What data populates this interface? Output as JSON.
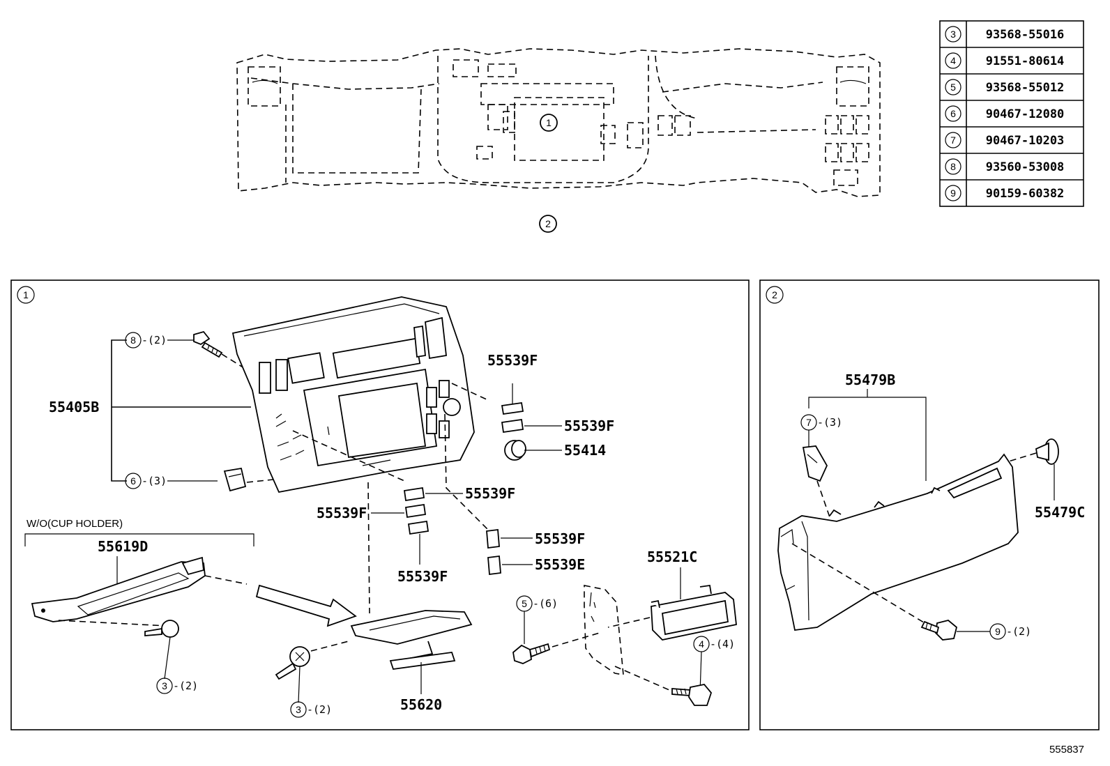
{
  "diagram_id": "555837",
  "parts_table": [
    {
      "ref": "3",
      "part_no": "93568-55016"
    },
    {
      "ref": "4",
      "part_no": "91551-80614"
    },
    {
      "ref": "5",
      "part_no": "93568-55012"
    },
    {
      "ref": "6",
      "part_no": "90467-12080"
    },
    {
      "ref": "7",
      "part_no": "90467-10203"
    },
    {
      "ref": "8",
      "part_no": "93560-53008"
    },
    {
      "ref": "9",
      "part_no": "90159-60382"
    }
  ],
  "overview": {
    "center_ref": "1",
    "bottom_ref": "2"
  },
  "panel1": {
    "ref": "1",
    "labels": {
      "p55405B": "55405B",
      "p55539F_1": "55539F",
      "p55539F_2": "55539F",
      "p55414": "55414",
      "p55539F_3": "55539F",
      "p55539F_4": "55539F",
      "p55539F_5": "55539F",
      "p55539E": "55539E",
      "p55539F_6": "55539F",
      "p55619D": "55619D",
      "p55620": "55620",
      "p55521C": "55521C",
      "wo_cup_holder": "W/O(CUP HOLDER)"
    },
    "callouts": {
      "c8": {
        "ref": "8",
        "qty": "-(2)"
      },
      "c6": {
        "ref": "6",
        "qty": "-(3)"
      },
      "c3a": {
        "ref": "3",
        "qty": "-(2)"
      },
      "c3b": {
        "ref": "3",
        "qty": "-(2)"
      },
      "c5": {
        "ref": "5",
        "qty": "-(6)"
      },
      "c4": {
        "ref": "4",
        "qty": "-(4)"
      }
    }
  },
  "panel2": {
    "ref": "2",
    "labels": {
      "p55479B": "55479B",
      "p55479C": "55479C"
    },
    "callouts": {
      "c7": {
        "ref": "7",
        "qty": "-(3)"
      },
      "c9": {
        "ref": "9",
        "qty": "-(2)"
      }
    }
  }
}
